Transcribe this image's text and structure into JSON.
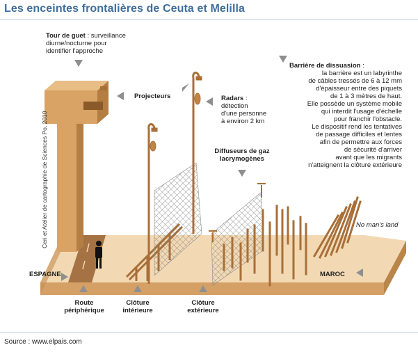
{
  "title": "Les enceintes frontalières de Ceuta et Melilla",
  "credit": "Ceri et Atelier de cartographie de Sciences Po, 2010",
  "source": "Source : www.elpais.com",
  "labels": {
    "tour_title": "Tour de guet",
    "tour_desc_1": " : surveillance",
    "tour_desc_2": "diurne/nocturne pour",
    "tour_desc_3": "identifier l'approche",
    "projecteurs": "Projecteurs",
    "radars_title": "Radars",
    "radars_sep": " :",
    "radars_desc_1": "détection",
    "radars_desc_2": "d'une personne",
    "radars_desc_3": "à environ 2 km",
    "diffuseurs_1": "Diffuseurs de gaz",
    "diffuseurs_2": "lacrymogènes",
    "barriere_title": "Barrière de dissuasion",
    "barriere_sep": " :",
    "barriere_desc": [
      "la barrière est un labyrinthe",
      "de câbles tressés de 6 à 12 mm",
      "d'épaisseur entre des piquets",
      "de 1 à 3 mètres de haut.",
      "Elle possède un système mobile",
      "qui interdit l'usage d'échelle",
      "pour franchir l'obstacle.",
      "Le dispositif rend les tentatives",
      "de passage difficiles et lentes",
      "afin de permettre aux forces",
      "de sécurité d'arriver",
      "avant que les migrants",
      "n'atteignent la clôture extérieure"
    ],
    "no_mans_land": "No man's land",
    "espagne": "ESPAGNE",
    "maroc": "MAROC",
    "route_1": "Route",
    "route_2": "périphérique",
    "cloture_int_1": "Clôture",
    "cloture_int_2": "intérieure",
    "cloture_ext_1": "Clôture",
    "cloture_ext_2": "extérieure"
  },
  "colors": {
    "title": "#3f6e9e",
    "ground_top": "#f2d9b4",
    "ground_front": "#d4a066",
    "ground_side": "#b98549",
    "tower": "#d9a365",
    "tower_dark": "#b47d42",
    "road": "#a57343",
    "post": "#a86f38",
    "arrow": "#8f8f8f"
  }
}
